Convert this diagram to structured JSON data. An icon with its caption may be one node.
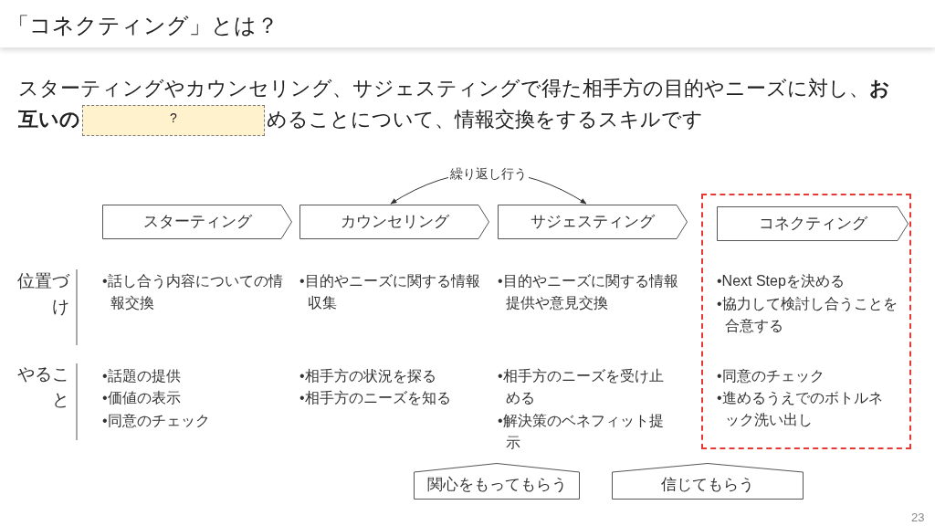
{
  "diagram": {
    "title": "「コネクティング」とは？",
    "nodes": [
      {
        "text": [
          "?"
        ]
      },
      {
        "text": [
          "スターティング"
        ]
      },
      {
        "text": [
          "カウンセリング"
        ]
      },
      {
        "text": [
          "サジェスティング"
        ]
      },
      {
        "text": [],
        "shape": "box"
      },
      {
        "text": [
          "コネクティング"
        ],
        "in": 4
      },
      {
        "text": [
          "関心をもってもらう"
        ]
      },
      {
        "text": [
          "信じてもらう"
        ]
      }
    ],
    "edges": [
      {
        "from": 2,
        "to": 3,
        "arrow": "both",
        "label": "繰り返し行う"
      }
    ],
    "labels": [
      "スターティングやカウンセリング、サジェスティングで得た相手方の目的やニーズに対し、**お互いの**",
      "めることについて、情報交換をするスキルです",
      "位置づけ",
      "•話し合う内容についての情報交換",
      "•目的やニーズに関する情報収集",
      "•目的やニーズに関する情報提供や意見交換",
      "•Next Stepを決める",
      "•協力して検討し合うことを合意する",
      "やること",
      "•話題の提供",
      "•価値の表示",
      "•同意のチェック",
      "•相手方の状況を探る",
      "•相手方のニーズを知る",
      "•相手方のニーズを受け止める",
      "•解決策のベネフィット提示",
      "•同意のチェック",
      "•進めるうえでのボトルネック洗い出し",
      "23"
    ]
  }
}
